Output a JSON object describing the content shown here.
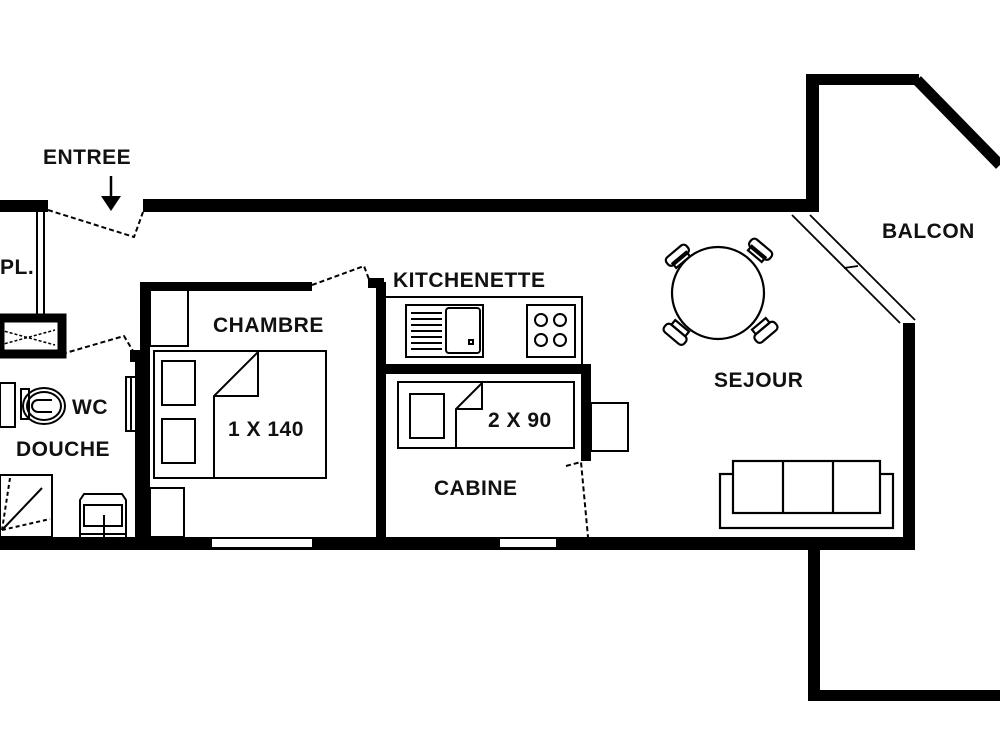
{
  "plan": {
    "type": "floor-plan",
    "background_color": "#ffffff",
    "wall_color": "#000000",
    "line_color": "#111111"
  },
  "labels": {
    "entree": "ENTREE",
    "placard": "PL.",
    "wc": "WC",
    "douche": "DOUCHE",
    "chambre": "CHAMBRE",
    "chambre_bed": "1 X 140",
    "kitchenette": "KITCHENETTE",
    "cabine": "CABINE",
    "cabine_bed": "2 X 90",
    "sejour": "SEJOUR",
    "balcon": "BALCON"
  },
  "rooms": [
    {
      "name": "Entree",
      "furniture": [
        "entry-door",
        "arrow"
      ]
    },
    {
      "name": "PL.",
      "furniture": [
        "closet"
      ]
    },
    {
      "name": "WC / Douche",
      "furniture": [
        "toilet",
        "washbasin",
        "shower",
        "radiator"
      ]
    },
    {
      "name": "Chambre",
      "furniture": [
        "double-bed 1 X 140",
        "nightstand",
        "nightstand",
        "wardrobe"
      ]
    },
    {
      "name": "Kitchenette",
      "furniture": [
        "sink",
        "cooktop"
      ]
    },
    {
      "name": "Cabine",
      "furniture": [
        "bunk-bed 2 X 90"
      ]
    },
    {
      "name": "Sejour",
      "furniture": [
        "round-table",
        "chair",
        "chair",
        "chair",
        "chair",
        "sofa",
        "side-table"
      ]
    },
    {
      "name": "Balcon",
      "furniture": []
    }
  ]
}
